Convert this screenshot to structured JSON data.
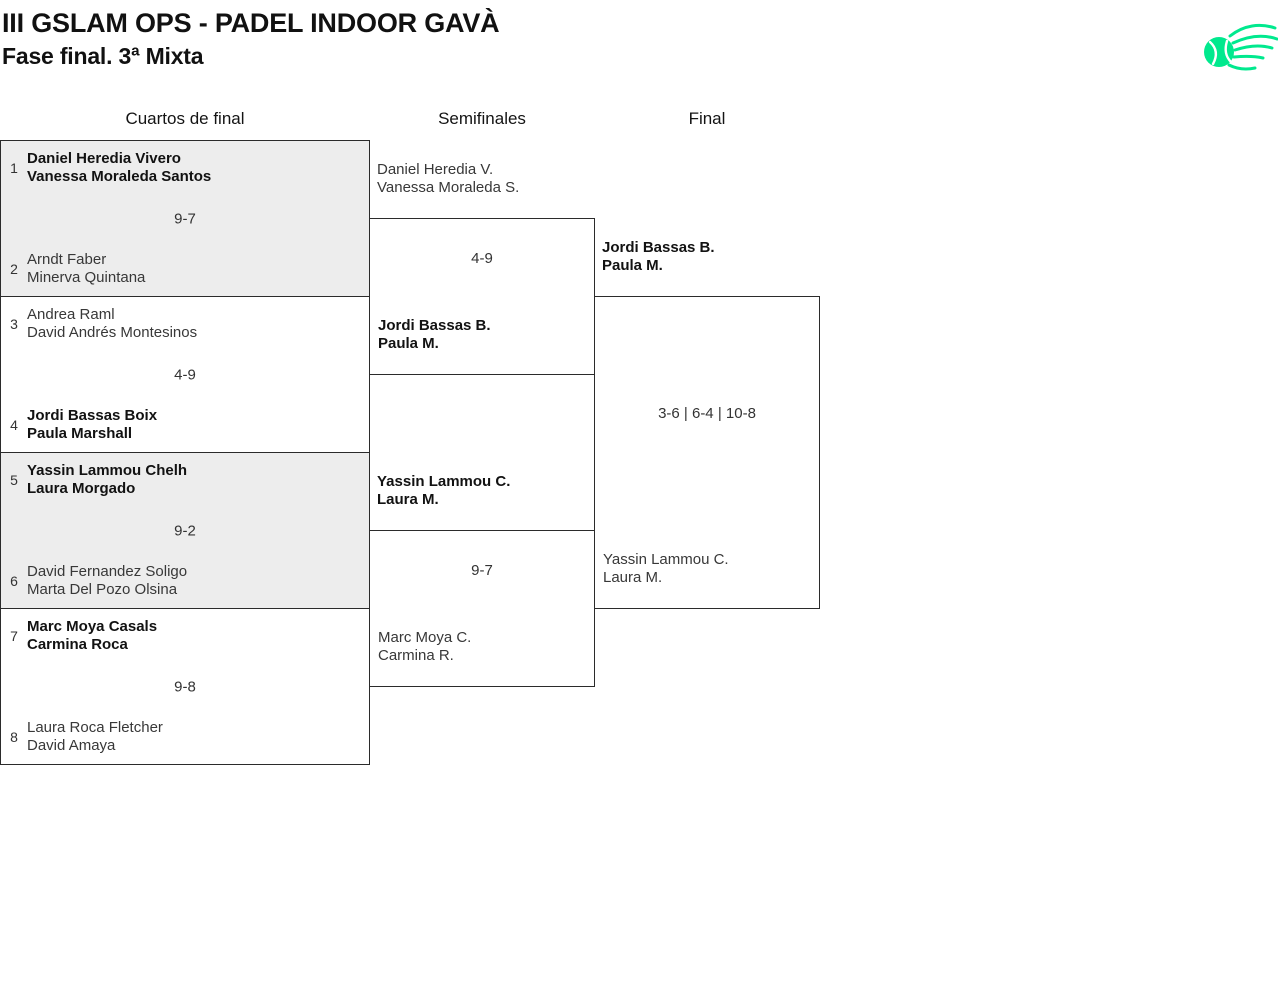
{
  "header": {
    "title": "III GSLAM OPS - PADEL INDOOR GAVÀ",
    "subtitle": "Fase final. 3ª Mixta"
  },
  "logo": {
    "description": "ball-with-speed-lines",
    "color": "#00e98e"
  },
  "round_headers": {
    "quarterfinals": "Cuartos de final",
    "semifinals": "Semifinales",
    "final": "Final"
  },
  "bracket": {
    "quarterfinals": [
      {
        "seed_top": "1",
        "top_line1": "Daniel Heredia Vivero",
        "top_line2": "Vanessa Moraleda Santos",
        "score": "9-7",
        "seed_bottom": "2",
        "bottom_line1": "Arndt Faber",
        "bottom_line2": "Minerva Quintana",
        "winner": "top"
      },
      {
        "seed_top": "3",
        "top_line1": "Andrea Raml",
        "top_line2": "David Andrés Montesinos",
        "score": "4-9",
        "seed_bottom": "4",
        "bottom_line1": "Jordi Bassas Boix",
        "bottom_line2": "Paula Marshall",
        "winner": "bottom"
      },
      {
        "seed_top": "5",
        "top_line1": "Yassin Lammou Chelh",
        "top_line2": "Laura Morgado",
        "score": "9-2",
        "seed_bottom": "6",
        "bottom_line1": "David Fernandez Soligo",
        "bottom_line2": "Marta Del Pozo Olsina",
        "winner": "top"
      },
      {
        "seed_top": "7",
        "top_line1": "Marc Moya Casals",
        "top_line2": "Carmina Roca",
        "score": "9-8",
        "seed_bottom": "8",
        "bottom_line1": "Laura Roca Fletcher",
        "bottom_line2": "David Amaya",
        "winner": "top"
      }
    ],
    "semifinals": [
      {
        "top_line1": "Daniel Heredia V.",
        "top_line2": "Vanessa Moraleda S.",
        "score": "4-9",
        "bottom_line1": "Jordi Bassas B.",
        "bottom_line2": "Paula M.",
        "winner": "bottom"
      },
      {
        "top_line1": "Yassin Lammou C.",
        "top_line2": "Laura M.",
        "score": "9-7",
        "bottom_line1": "Marc Moya C.",
        "bottom_line2": "Carmina R.",
        "winner": "top"
      }
    ],
    "final": {
      "top_line1": "Jordi Bassas B.",
      "top_line2": "Paula M.",
      "score": "3-6 | 6-4 | 10-8",
      "bottom_line1": "Yassin Lammou C.",
      "bottom_line2": "Laura M.",
      "winner": "top"
    }
  }
}
